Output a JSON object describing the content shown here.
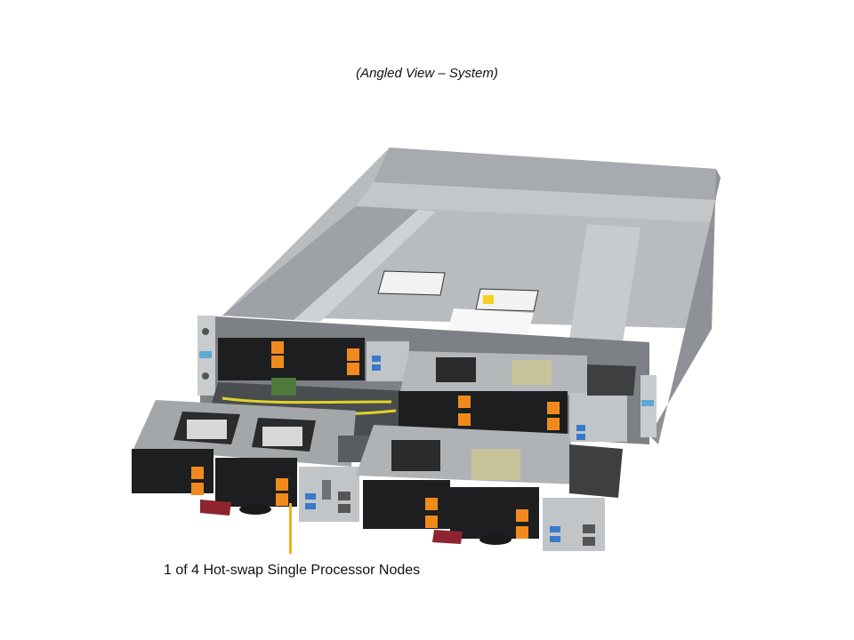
{
  "figure": {
    "title": "(Angled View – System)",
    "image_alt": "2U server chassis angled view with four hot-swap single processor nodes, two partially pulled out",
    "callout": {
      "label": "1 of 4 Hot-swap Single Processor Nodes",
      "line_color": "#f2b21b"
    },
    "colors": {
      "chassis": "#b9bcbf",
      "chassis_dark": "#8e9296",
      "drive_bay": "#1d1e20",
      "drive_latch": "#f08a1c",
      "pull_handle": "#8e2430",
      "usb_port": "#3a79c9"
    },
    "node_count": 4
  }
}
